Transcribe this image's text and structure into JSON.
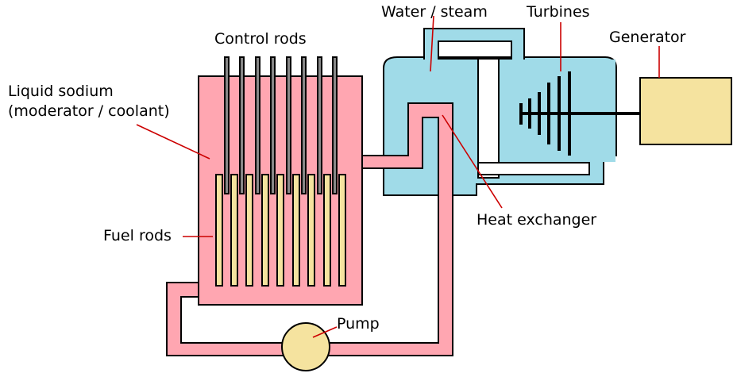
{
  "labels": {
    "liquid_sodium": [
      "Liquid sodium",
      "(moderator / coolant)"
    ],
    "control_rods": "Control rods",
    "water_steam": "Water / steam",
    "turbines": "Turbines",
    "generator": "Generator",
    "heat_exchanger": "Heat exchanger",
    "fuel_rods": "Fuel rods",
    "pump": "Pump"
  },
  "colors": {
    "sodium": "#ffa6b1",
    "water": "#a0dbe8",
    "fuel": "#f5e39f",
    "generator": "#f5e39f",
    "pump": "#f5e39f",
    "control_rod": "#888888",
    "leader": "#cc0000"
  },
  "counts": {
    "control_rods": 8,
    "fuel_rods": 9
  }
}
